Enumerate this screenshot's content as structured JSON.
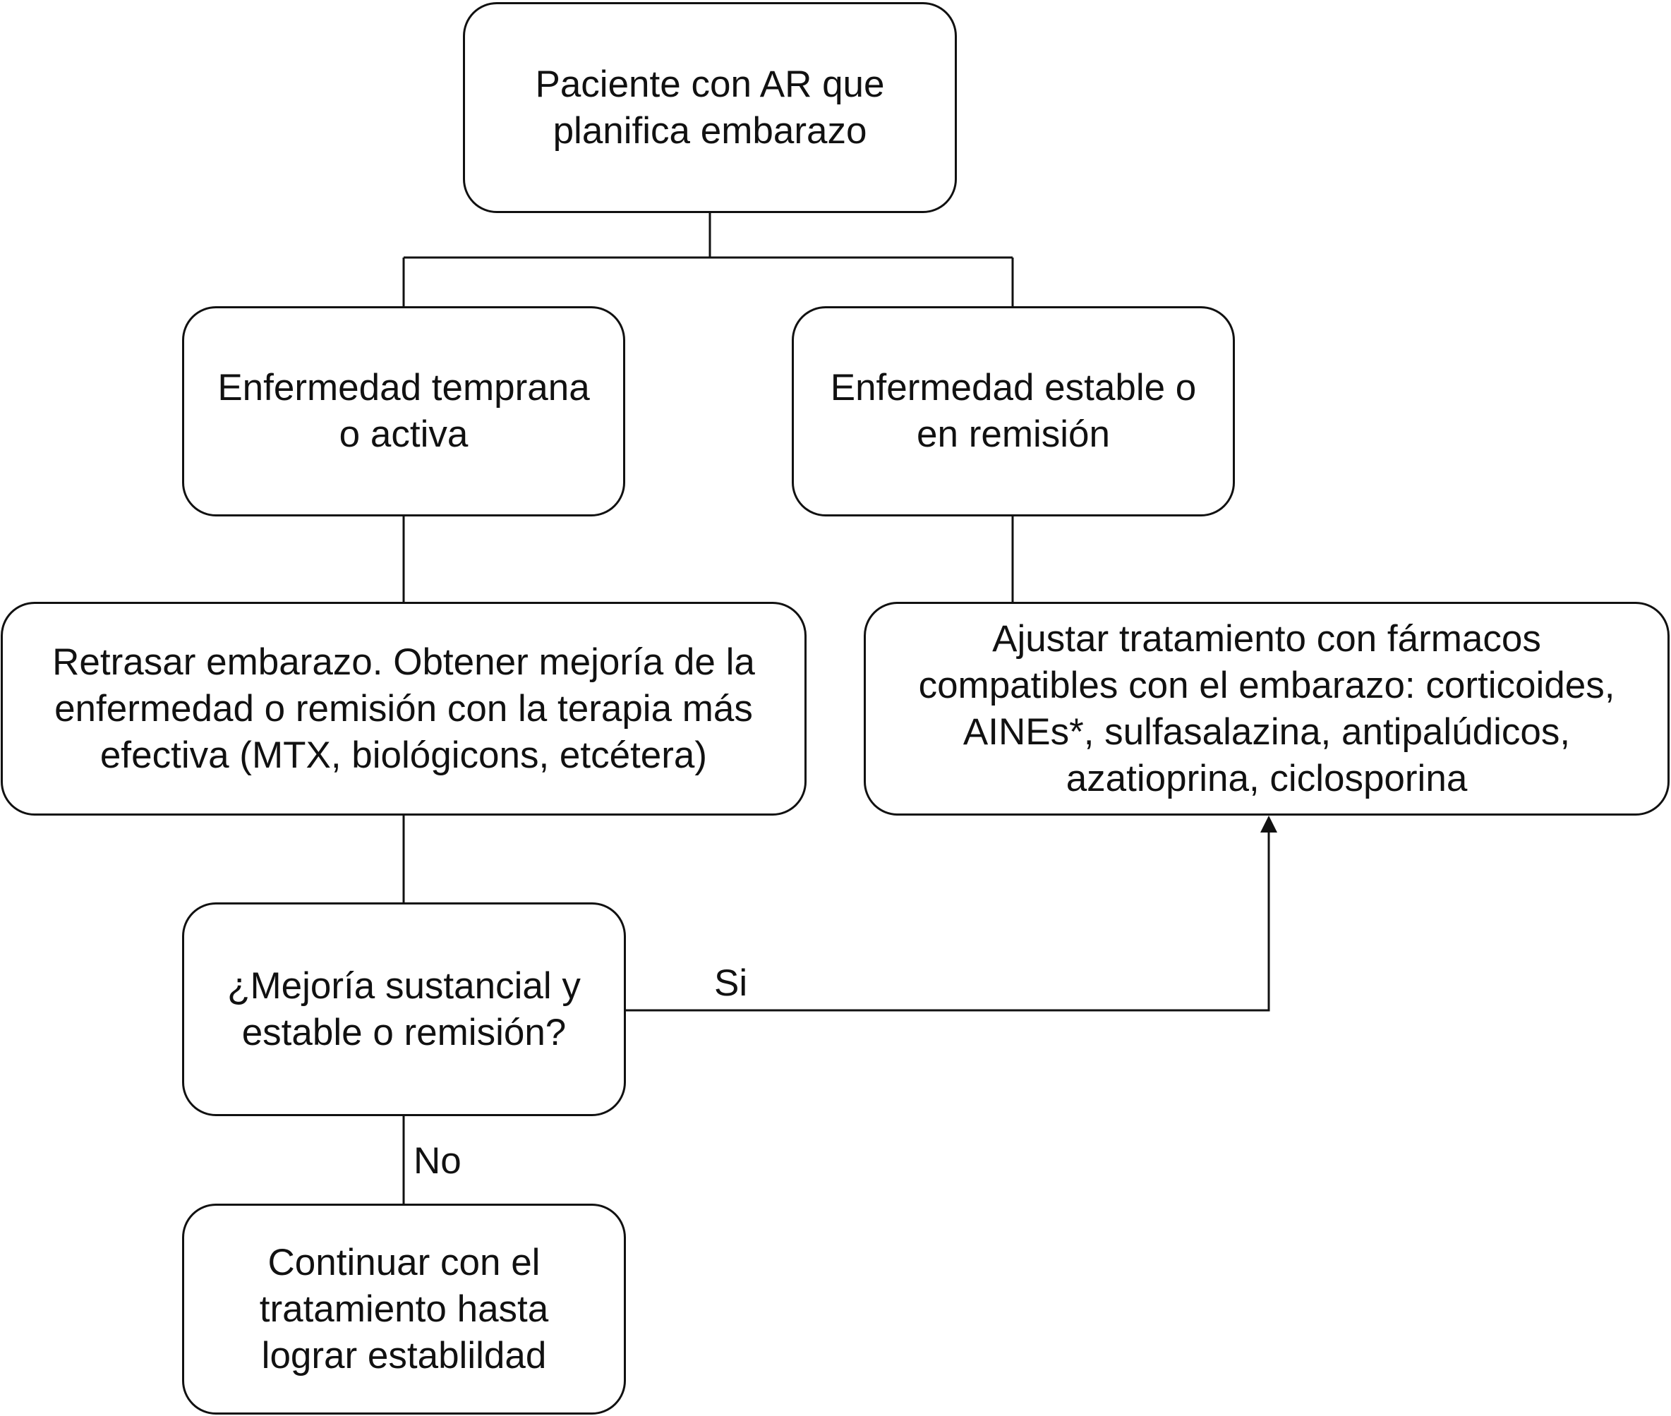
{
  "colors": {
    "stroke": "#111111",
    "background": "#ffffff",
    "text": "#111111"
  },
  "nodes": {
    "start": {
      "text": "Paciente con AR que\nplanifica embarazo"
    },
    "active": {
      "text": "Enfermedad temprana\no activa"
    },
    "stable": {
      "text": "Enfermedad estable o\nen remisión"
    },
    "delay": {
      "text": "Retrasar embarazo. Obtener mejoría de la\nenfermedad o remisión con la terapia más\nefectiva (MTX, biológicons, etcétera)"
    },
    "adjust": {
      "text": "Ajustar tratamiento con fármacos\ncompatibles con el embarazo: corticoides,\nAINEs*, sulfasalazina, antipalúdicos,\nazatioprina, ciclosporina"
    },
    "question": {
      "text": "¿Mejoría sustancial y\nestable o remisión?"
    },
    "continue": {
      "text": "Continuar con el\ntratamiento hasta\nlograr establildad"
    }
  },
  "edge_labels": {
    "yes": "Si",
    "no": "No"
  }
}
